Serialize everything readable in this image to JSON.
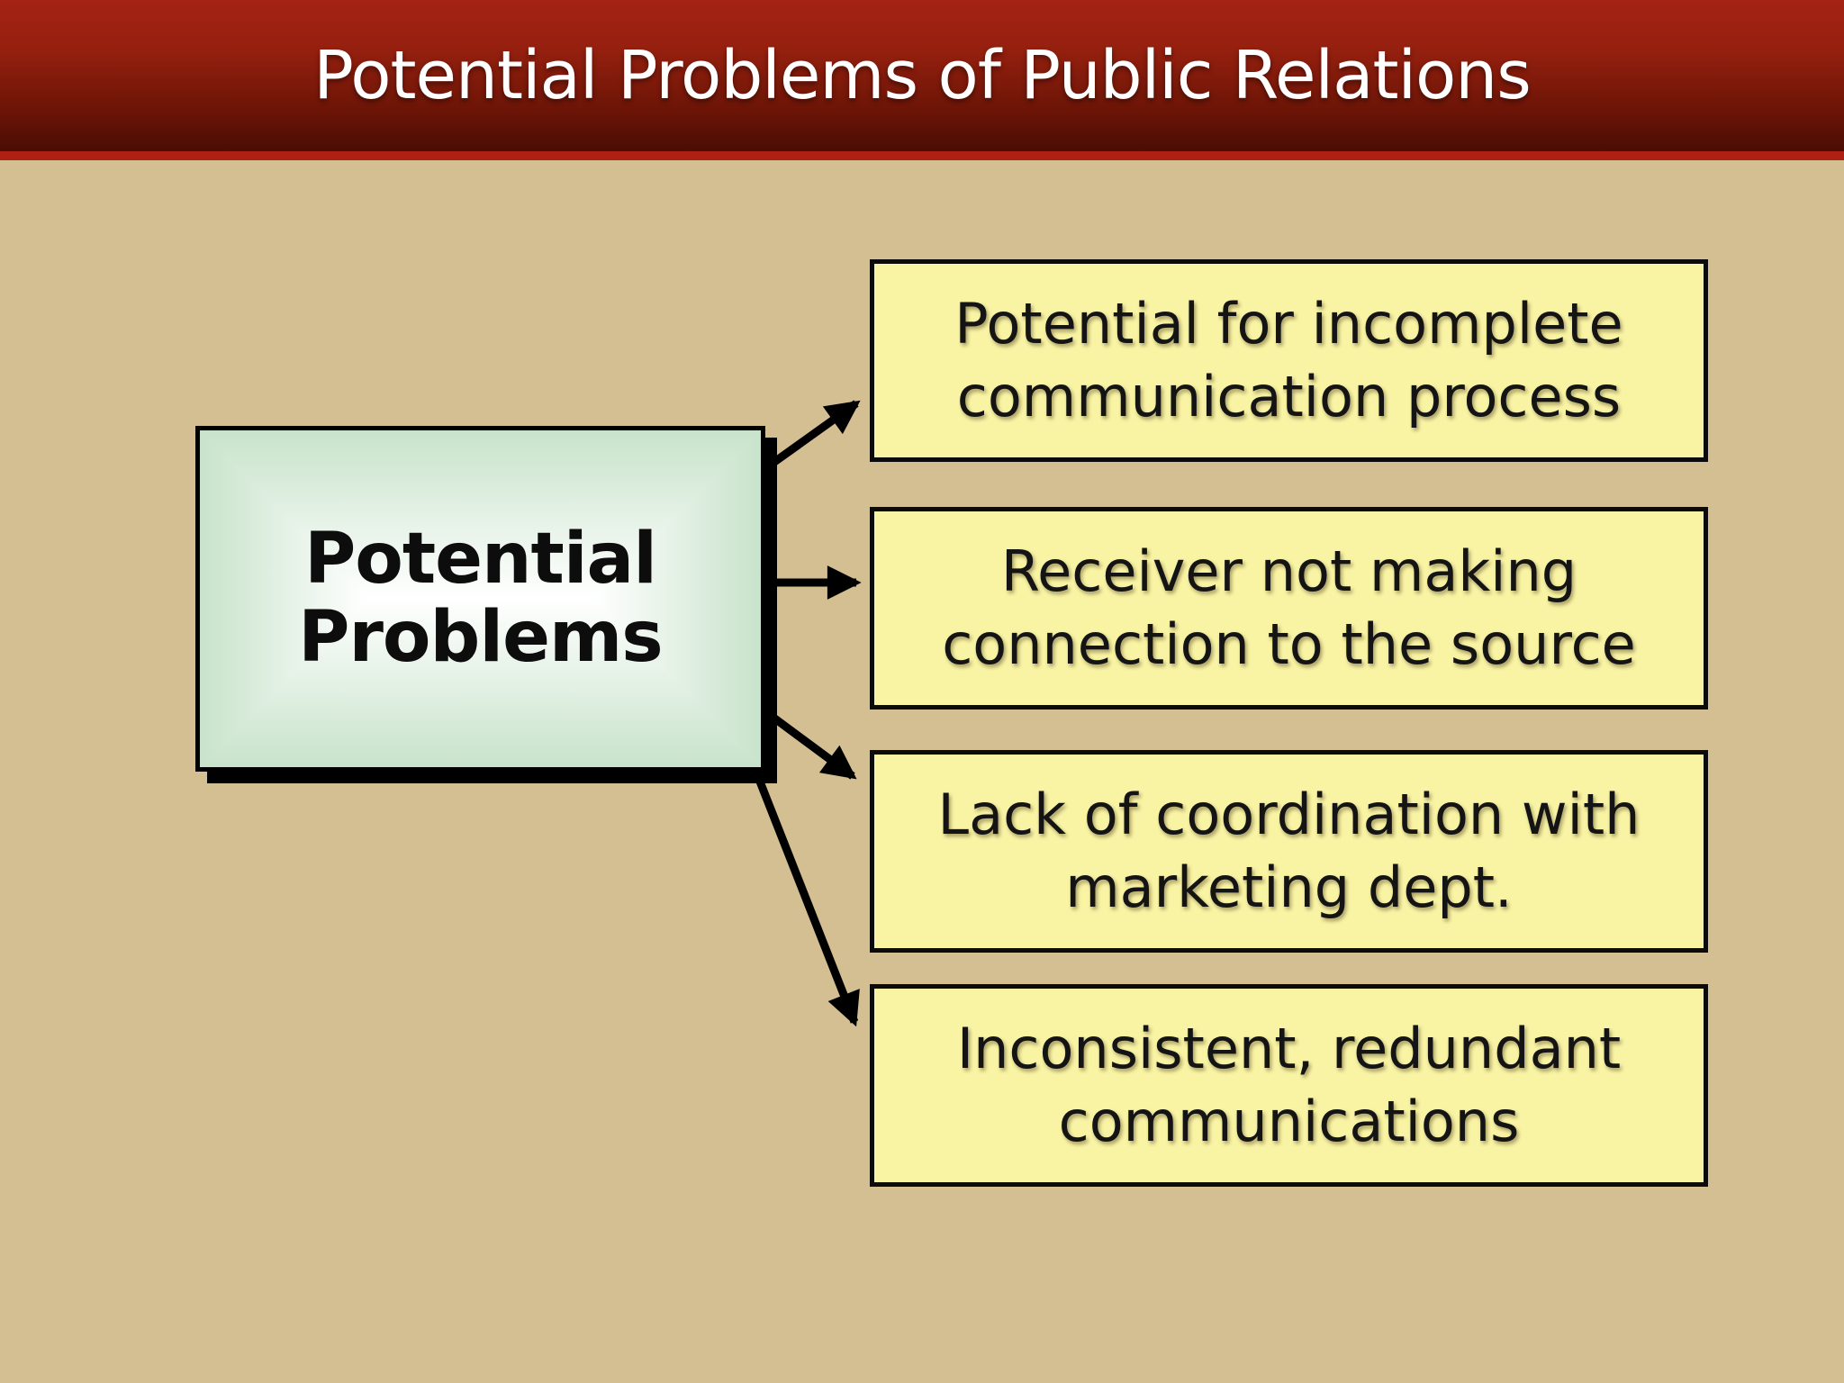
{
  "header": {
    "title": "Potential Problems of Public Relations"
  },
  "diagram": {
    "center_box": {
      "label": "Potential Problems"
    },
    "problem_boxes": [
      {
        "text": "Potential for incomplete communication process"
      },
      {
        "text": "Receiver not making connection to the source"
      },
      {
        "text": "Lack of coordination with marketing dept."
      },
      {
        "text": "Inconsistent, redundant communications"
      }
    ]
  },
  "colors": {
    "background": "#d4bf92",
    "header_gradient_top": "#a42213",
    "header_gradient_bottom": "#4a0d04",
    "header_stripe": "#ae2012",
    "title_text": "#ffffff",
    "center_box_edge": "#c8e3cb",
    "center_box_center": "#ffffff",
    "box_fill": "#f9f4a4",
    "box_border": "#0b0b0b",
    "box_text": "#141414",
    "arrow": "#000000"
  }
}
